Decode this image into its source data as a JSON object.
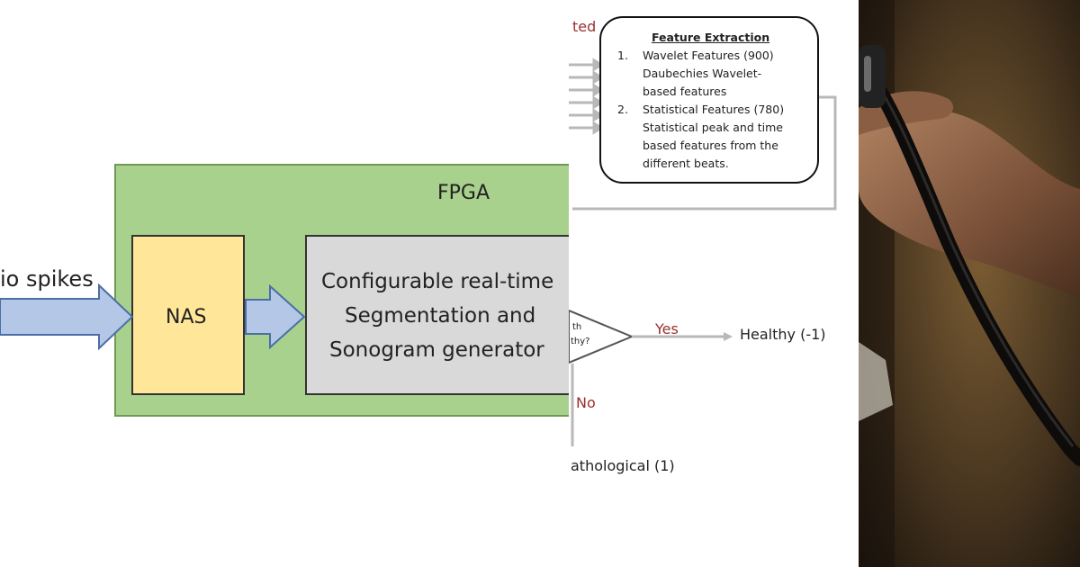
{
  "left_diagram": {
    "input_label": "io spikes",
    "fpga_label": "FPGA",
    "nas_label": "NAS",
    "generator_lines": [
      "Configurable real-time",
      "Segmentation and",
      "Sonogram generator"
    ],
    "colors": {
      "fpga_fill": "#a9d18e",
      "nas_fill": "#ffe699",
      "generator_fill": "#d9d9d9",
      "arrow_fill": "#b4c7e7"
    }
  },
  "flowchart": {
    "top_cut_text": "ted",
    "feature_box": {
      "title": "Feature Extraction",
      "item1_num": "1.",
      "item1_lines": [
        "Wavelet Features (900)",
        "Daubechies Wavelet-",
        "based features"
      ],
      "item2_num": "2.",
      "item2_lines": [
        "Statistical Features (780)",
        "Statistical peak and time",
        "based features from the",
        "different beats."
      ]
    },
    "decision_lines": [
      "th",
      "thy?"
    ],
    "yes_label": "Yes",
    "no_label": "No",
    "healthy_label": "Healthy (-1)",
    "pathological_label": "athological (1)"
  },
  "photo": {
    "description_icon": "stethoscope-photo"
  }
}
